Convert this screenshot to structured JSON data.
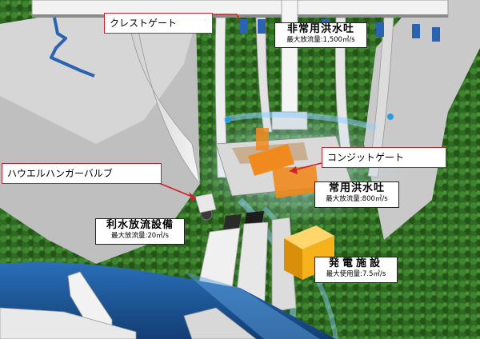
{
  "callouts": {
    "crest_gate": "クレストゲート",
    "emergency_spillway": {
      "title": "非常用洪水吐",
      "detail": "最大放流量:1,500㎥/s"
    },
    "howell_bunger_valve": "ハウエルハンガーバルブ",
    "conduit_gate": "コンジットゲート",
    "regular_spillway": {
      "title": "常用洪水吐",
      "detail": "最大放流量:800㎥/s"
    },
    "water_use_discharge": {
      "title": "利水放流設備",
      "detail": "最大放流量:20㎥/s"
    },
    "power_plant": {
      "title": "発電施設",
      "detail": "最大使用量:7.5㎥/s"
    }
  },
  "colors": {
    "forest": "#2f6a22",
    "concrete": "#e8e8e8",
    "water": "#1d5a9c",
    "highlight_orange": "#f08a1e",
    "power_yellow": "#f5b21b",
    "pipe_blue": "#2a63b0",
    "callout_border_red": "#d0202a"
  }
}
